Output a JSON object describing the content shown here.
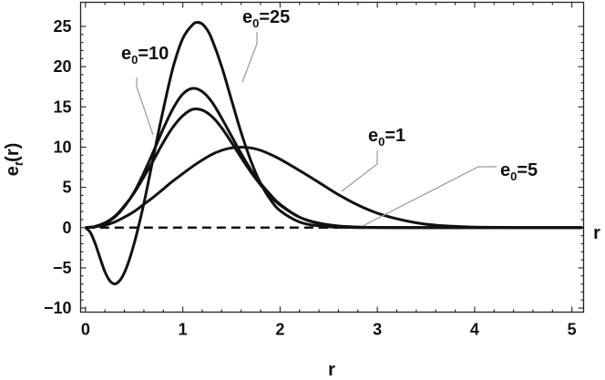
{
  "chart_data": {
    "type": "line",
    "title": "",
    "xlabel": "r",
    "xlabel_axis_end": "r",
    "ylabel": "e_t(r)",
    "ylabel_parts": {
      "base": "e",
      "sub": "t",
      "rest": "(r)"
    },
    "xlim": [
      -0.05,
      5.12
    ],
    "ylim": [
      -10.5,
      28
    ],
    "x_ticks": [
      0,
      1,
      2,
      3,
      4,
      5
    ],
    "y_ticks": [
      -10,
      -5,
      0,
      5,
      10,
      15,
      20,
      25
    ],
    "grid": false,
    "legend": "none",
    "zero_line": {
      "style": "dashed",
      "y": 0
    },
    "series": [
      {
        "name": "e0=1",
        "label_parts": {
          "base": "e",
          "sub": "0",
          "rest": "=1"
        },
        "x": [
          0,
          0.1,
          0.2,
          0.3,
          0.4,
          0.5,
          0.6,
          0.7,
          0.8,
          0.9,
          1.0,
          1.1,
          1.2,
          1.3,
          1.4,
          1.5,
          1.6,
          1.7,
          1.8,
          1.9,
          2.0,
          2.2,
          2.4,
          2.6,
          2.8,
          3.0,
          3.2,
          3.4,
          3.6,
          3.8,
          4.0,
          4.2,
          4.4,
          4.6,
          4.8,
          5.0,
          5.1
        ],
        "y": [
          0,
          0.1,
          0.3,
          0.7,
          1.3,
          2.0,
          2.9,
          3.8,
          4.8,
          5.8,
          6.7,
          7.6,
          8.4,
          9.1,
          9.6,
          9.9,
          10.0,
          9.9,
          9.6,
          9.1,
          8.5,
          7.1,
          5.6,
          4.1,
          2.8,
          1.8,
          1.1,
          0.6,
          0.3,
          0.15,
          0.07,
          0.03,
          0.01,
          0,
          0,
          0,
          0
        ]
      },
      {
        "name": "e0=5",
        "label_parts": {
          "base": "e",
          "sub": "0",
          "rest": "=5"
        },
        "x": [
          0,
          0.1,
          0.2,
          0.3,
          0.4,
          0.5,
          0.6,
          0.7,
          0.8,
          0.9,
          1.0,
          1.1,
          1.2,
          1.3,
          1.4,
          1.5,
          1.6,
          1.7,
          1.8,
          1.9,
          2.0,
          2.2,
          2.4,
          2.6,
          2.8,
          3.0,
          3.3,
          3.6,
          4.0,
          4.5,
          5.1
        ],
        "y": [
          0,
          0.15,
          0.6,
          1.4,
          2.7,
          4.3,
          6.3,
          8.4,
          10.6,
          12.5,
          13.9,
          14.7,
          14.6,
          13.8,
          12.4,
          10.6,
          8.7,
          6.9,
          5.3,
          3.9,
          2.8,
          1.3,
          0.55,
          0.2,
          0.07,
          0.02,
          0,
          0,
          0,
          0,
          0
        ]
      },
      {
        "name": "e0=10",
        "label_parts": {
          "base": "e",
          "sub": "0",
          "rest": "=10"
        },
        "x": [
          0,
          0.1,
          0.2,
          0.3,
          0.4,
          0.5,
          0.6,
          0.7,
          0.8,
          0.9,
          1.0,
          1.1,
          1.2,
          1.3,
          1.4,
          1.5,
          1.6,
          1.7,
          1.8,
          1.9,
          2.0,
          2.2,
          2.4,
          2.6,
          2.8,
          3.0,
          3.3,
          3.6,
          4.0,
          4.5,
          5.1
        ],
        "y": [
          0,
          0.1,
          0.5,
          1.3,
          2.6,
          4.4,
          6.8,
          9.5,
          12.3,
          14.8,
          16.6,
          17.3,
          16.9,
          15.6,
          13.6,
          11.4,
          9.2,
          7.2,
          5.5,
          4.1,
          2.9,
          1.3,
          0.5,
          0.18,
          0.06,
          0.02,
          0,
          0,
          0,
          0,
          0
        ]
      },
      {
        "name": "e0=25",
        "label_parts": {
          "base": "e",
          "sub": "0",
          "rest": "=25"
        },
        "x": [
          0,
          0.05,
          0.1,
          0.15,
          0.2,
          0.25,
          0.3,
          0.35,
          0.4,
          0.45,
          0.5,
          0.55,
          0.6,
          0.65,
          0.7,
          0.8,
          0.9,
          1.0,
          1.1,
          1.15,
          1.2,
          1.25,
          1.3,
          1.4,
          1.5,
          1.6,
          1.7,
          1.8,
          1.9,
          2.0,
          2.2,
          2.4,
          2.6,
          2.8,
          3.0,
          3.3,
          3.6,
          4.0,
          4.5,
          5.1
        ],
        "y": [
          0,
          -0.6,
          -2.0,
          -3.8,
          -5.5,
          -6.6,
          -7.0,
          -6.6,
          -5.6,
          -4.0,
          -2.0,
          0.4,
          3.0,
          5.9,
          8.9,
          14.7,
          19.9,
          23.5,
          25.2,
          25.5,
          25.3,
          24.6,
          23.4,
          20.0,
          15.9,
          11.8,
          8.3,
          5.5,
          3.5,
          2.1,
          0.7,
          0.2,
          0.05,
          0.01,
          0,
          0,
          0,
          0,
          0,
          0
        ]
      }
    ]
  }
}
